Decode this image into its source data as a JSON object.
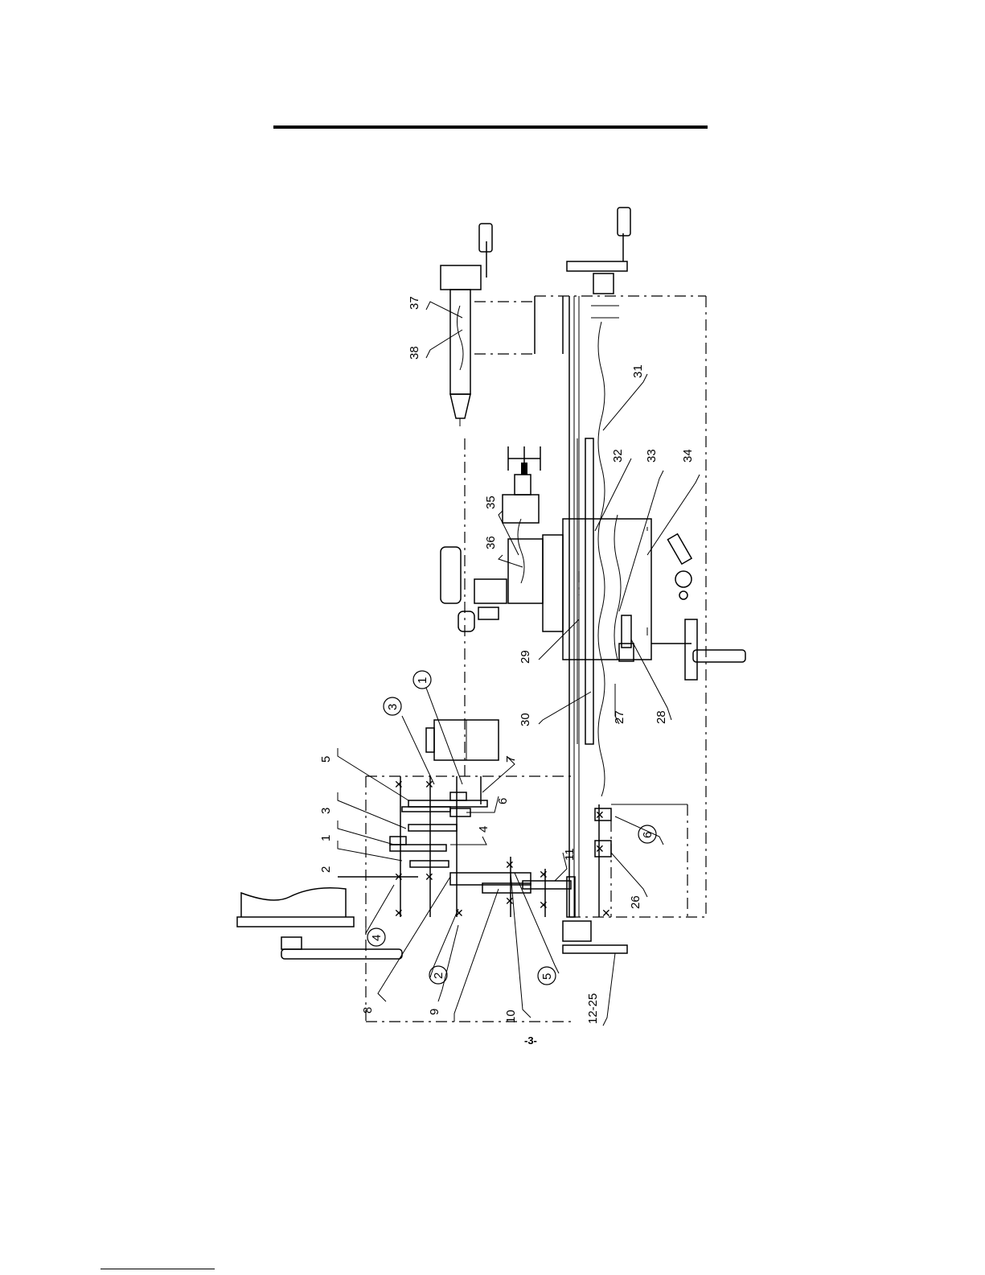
{
  "page": {
    "page_number": "-3-"
  },
  "labels": [
    {
      "id": "l1",
      "text": "1"
    },
    {
      "id": "l2",
      "text": "2"
    },
    {
      "id": "l3",
      "text": "3"
    },
    {
      "id": "l4",
      "text": "4"
    },
    {
      "id": "l5",
      "text": "5"
    },
    {
      "id": "l6",
      "text": "6"
    },
    {
      "id": "l7",
      "text": "7"
    },
    {
      "id": "l8",
      "text": "8"
    },
    {
      "id": "l9",
      "text": "9"
    },
    {
      "id": "l10",
      "text": "10"
    },
    {
      "id": "l11",
      "text": "11"
    },
    {
      "id": "l12",
      "text": "12-25"
    },
    {
      "id": "l26",
      "text": "26"
    },
    {
      "id": "l27",
      "text": "27"
    },
    {
      "id": "l28",
      "text": "28"
    },
    {
      "id": "l29",
      "text": "29"
    },
    {
      "id": "l30",
      "text": "30"
    },
    {
      "id": "l31",
      "text": "31"
    },
    {
      "id": "l32",
      "text": "32"
    },
    {
      "id": "l33",
      "text": "33"
    },
    {
      "id": "l34",
      "text": "34"
    },
    {
      "id": "l35",
      "text": "35"
    },
    {
      "id": "l36",
      "text": "36"
    },
    {
      "id": "l37",
      "text": "37"
    },
    {
      "id": "l38",
      "text": "38"
    }
  ],
  "circled_labels": [
    {
      "id": "c1",
      "text": "1"
    },
    {
      "id": "c2",
      "text": "2"
    },
    {
      "id": "c3",
      "text": "3"
    },
    {
      "id": "c4",
      "text": "4"
    },
    {
      "id": "c5",
      "text": "5"
    },
    {
      "id": "c6",
      "text": "6"
    }
  ]
}
